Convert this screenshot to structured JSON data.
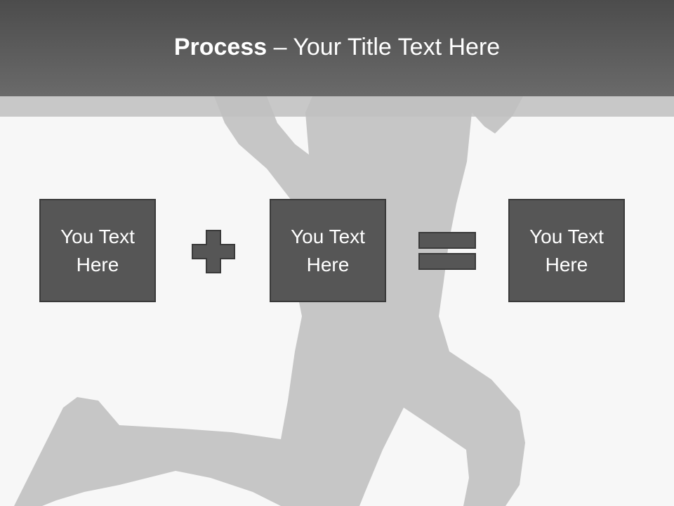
{
  "slide": {
    "title_bold": "Process",
    "title_rest": " – Your Title Text Here"
  },
  "process": {
    "boxes": [
      {
        "label": "You Text Here"
      },
      {
        "label": "You Text Here"
      },
      {
        "label": "You Text Here"
      }
    ],
    "operators": [
      "plus-icon",
      "equals-icon"
    ]
  },
  "colors": {
    "header": "#5a5a5a",
    "box": "#565656",
    "silhouette": "#c6c6c6",
    "background": "#f7f7f7"
  }
}
